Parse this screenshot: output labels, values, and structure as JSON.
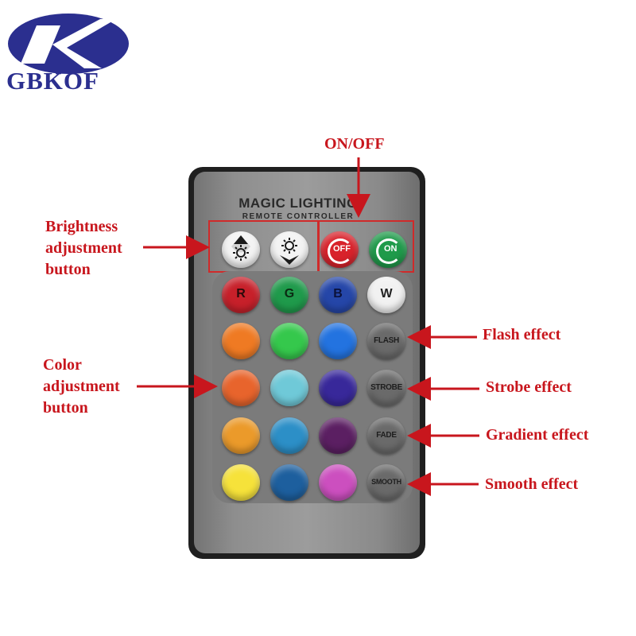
{
  "logo": {
    "text": "GBKOF"
  },
  "annotations": {
    "on_off": "ON/OFF",
    "brightness": [
      "Brightness",
      "adjustment",
      "button"
    ],
    "color": [
      "Color",
      "adjustment",
      "button"
    ],
    "flash": "Flash effect",
    "strobe": "Strobe effect",
    "gradient": "Gradient effect",
    "smooth": "Smooth effect"
  },
  "remote": {
    "brand_line1": "MAGIC LIGHTING",
    "brand_line2": "REMOTE CONTROLLER",
    "off_label": "OFF",
    "on_label": "ON",
    "rgbw": [
      {
        "label": "R",
        "color": "#c7202a",
        "text_color": "#2a0a0a"
      },
      {
        "label": "G",
        "color": "#1f9a4b",
        "text_color": "#0b2a12"
      },
      {
        "label": "B",
        "color": "#2546a8",
        "text_color": "#0b123a"
      },
      {
        "label": "W",
        "color": "#f1f1f1",
        "text_color": "#222222"
      }
    ],
    "color_keys": [
      "#ef7a23",
      "#35c84c",
      "#2373e0",
      "#e8642c",
      "#6fc9d8",
      "#38289a",
      "#eb9a2a",
      "#2c8fc7",
      "#5b1f62",
      "#f6e23a",
      "#1d5f9e",
      "#cc4fbf"
    ],
    "effects": [
      {
        "label": "FLASH",
        "color": "#6a6a6a"
      },
      {
        "label": "STROBE",
        "color": "#6a6a6a"
      },
      {
        "label": "FADE",
        "color": "#6a6a6a"
      },
      {
        "label": "SMOOTH",
        "color": "#6a6a6a"
      }
    ]
  },
  "colors": {
    "annotation_red": "#c8161d",
    "logo_blue": "#2b2f8f"
  }
}
